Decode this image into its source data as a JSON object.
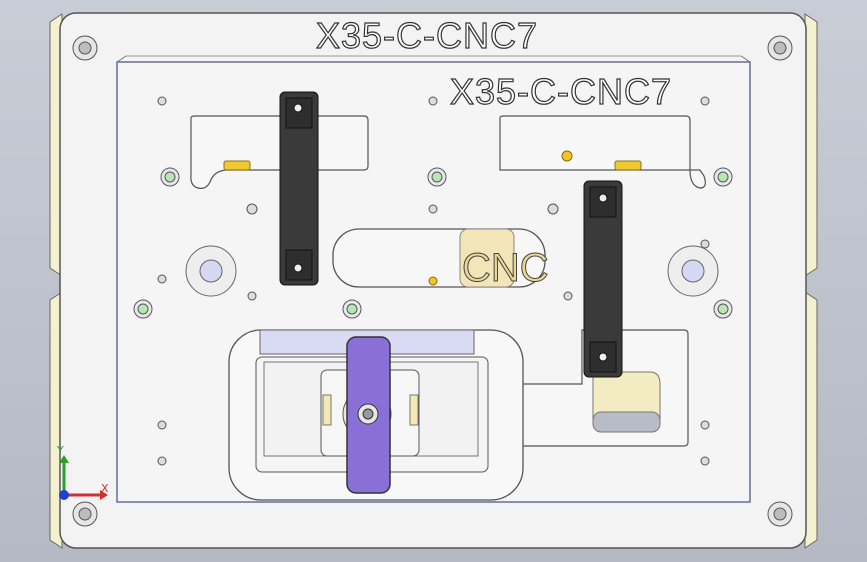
{
  "fixture": {
    "top_label": "X35-C-CNC7",
    "inner_label": "X35-C-CNC7",
    "insert_text": "CNC"
  },
  "triad": {
    "x_label": "X",
    "y_label": "Y"
  },
  "colors": {
    "background": "#c1c5ce",
    "plate": "#f3f3f3",
    "side_pad": "#f4f1cf",
    "clamp_bar": "#3a3a3a",
    "handle": "#8a6fd6",
    "x_axis": "#d03030",
    "y_axis": "#2e9e2e",
    "z_axis": "#2040d0"
  }
}
